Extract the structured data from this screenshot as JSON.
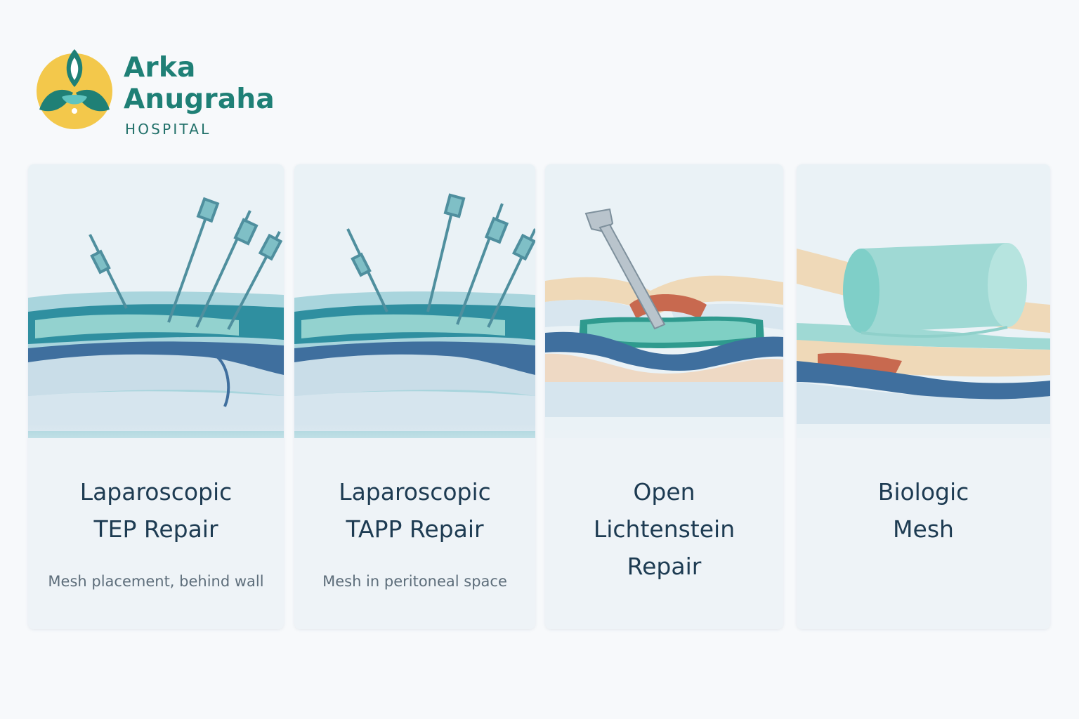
{
  "logo": {
    "line1": "Arka",
    "line2": "Anugraha",
    "line3": "HOSPITAL",
    "colors": {
      "teal": "#1f8076",
      "yellow": "#f3c84b"
    }
  },
  "cards": [
    {
      "title": "Laparoscopic\nTEP Repair",
      "subtitle": "Mesh placement, behind wall",
      "illustration": "laparoscopic-instruments-illustration"
    },
    {
      "title": "Laparoscopic\nTAPP Repair",
      "subtitle": "Mesh in peritoneal space",
      "illustration": "laparoscopic-instruments-illustration"
    },
    {
      "title": "Open\nLichtenstein\nRepair",
      "subtitle": "",
      "illustration": "open-repair-illustration"
    },
    {
      "title": "Biologic\nMesh",
      "subtitle": "",
      "illustration": "biologic-mesh-roll-illustration"
    }
  ],
  "colors": {
    "background": "#f7f9fb",
    "card": "#eef3f7",
    "title": "#1d3b52",
    "subtitle": "#5d6d7a",
    "tissue_teal": "#2f8fa0",
    "tissue_blue": "#3f6f9e",
    "mesh": "#9fd9d4"
  }
}
